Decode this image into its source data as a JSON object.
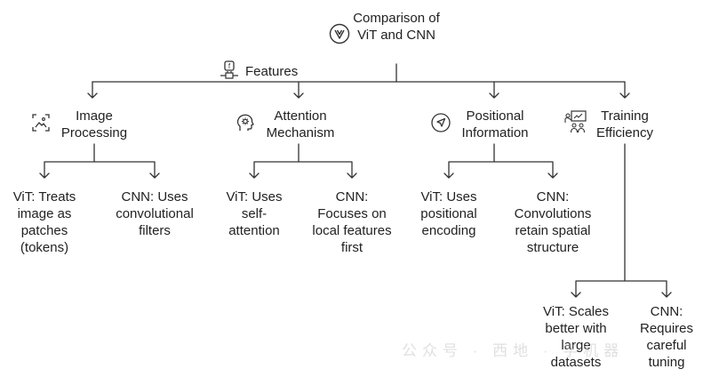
{
  "title": "Comparison of ViT and CNN",
  "features_label": "Features",
  "categories": [
    {
      "id": "image-processing",
      "label": "Image Processing",
      "icon": "image-icon",
      "children": [
        {
          "label": "ViT: Treats image as patches (tokens)"
        },
        {
          "label": "CNN: Uses convolutional filters"
        }
      ]
    },
    {
      "id": "attention-mechanism",
      "label": "Attention Mechanism",
      "icon": "head-gear-icon",
      "children": [
        {
          "label": "ViT: Uses self-attention"
        },
        {
          "label": "CNN: Focuses on local features first"
        }
      ]
    },
    {
      "id": "positional-information",
      "label": "Positional Information",
      "icon": "navigation-arrow-icon",
      "children": [
        {
          "label": "ViT: Uses positional encoding"
        },
        {
          "label": "CNN: Convolutions retain spatial structure"
        }
      ]
    },
    {
      "id": "training-efficiency",
      "label": "Training Efficiency",
      "icon": "presentation-icon",
      "children": [
        {
          "label": "ViT: Scales better with large datasets"
        },
        {
          "label": "CNN: Requires careful tuning"
        }
      ]
    }
  ],
  "watermark": "公众号 · 西地 · 学机器",
  "colors": {
    "line": "#333333",
    "text": "#222222",
    "watermark": "#c8c8c8"
  }
}
